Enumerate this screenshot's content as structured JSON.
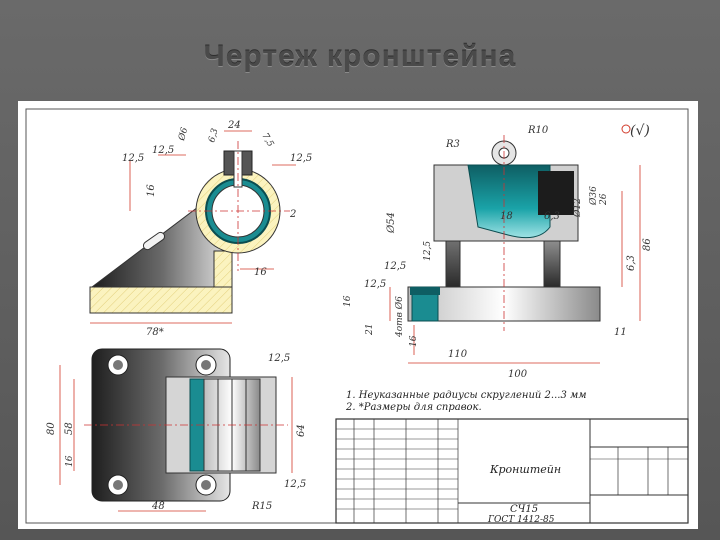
{
  "title": "Чертеж кронштейна",
  "colors": {
    "teal": "#1a8c91",
    "cream": "#fbf3bf",
    "dimension_red": "#d23a2a",
    "dark_metal": "#2b2b2b"
  },
  "notes": [
    "1. Неуказанные радиусы скруглений 2...3 мм",
    "2. *Размеры для справок."
  ],
  "title_block": {
    "part_name": "Кронштейн",
    "material_line1": "СЧ15",
    "material_line2": "ГОСТ 1412-85"
  },
  "front_view": {
    "dims": [
      "24",
      "Ø6",
      "6,3",
      "7,5",
      "12,5",
      "12,5",
      "12,5",
      "16",
      "16",
      "2",
      "78*"
    ]
  },
  "side_view": {
    "dims": [
      "R3",
      "R10",
      "Ø54",
      "Ø36",
      "26",
      "18",
      "6,3",
      "Ø12",
      "12,5",
      "12,5",
      "12,5",
      "16",
      "16",
      "4отв Ø6",
      "110",
      "100",
      "86",
      "6,3",
      "11",
      "21"
    ]
  },
  "top_view": {
    "dims": [
      "12,5",
      "80",
      "58",
      "64",
      "16",
      "12,5",
      "48",
      "R15"
    ]
  }
}
